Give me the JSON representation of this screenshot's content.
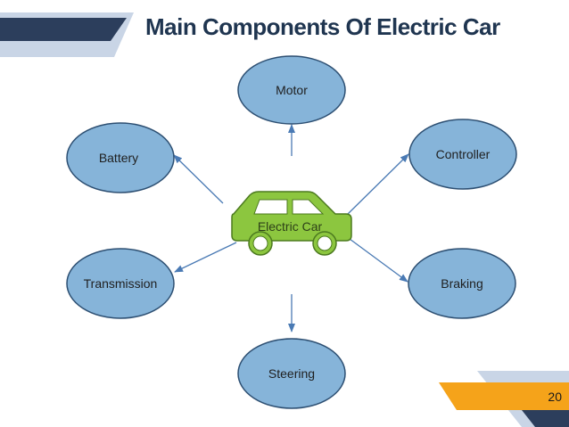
{
  "title": "Main Components Of Electric Car",
  "center": {
    "label": "Electric Car"
  },
  "nodes": {
    "motor": "Motor",
    "battery": "Battery",
    "controller": "Controller",
    "transmission": "Transmission",
    "braking": "Braking",
    "steering": "Steering"
  },
  "page_number": "20",
  "colors": {
    "title": "#1f3550",
    "node_fill": "#86b4d9",
    "node_stroke": "#2d4f72",
    "car_fill": "#8cc63f",
    "car_stroke": "#4c7a1f",
    "arrow": "#4a7ab4",
    "accent_orange": "#f5a31a",
    "accent_navy": "#2c3e5c",
    "accent_light": "#c9d5e6"
  }
}
